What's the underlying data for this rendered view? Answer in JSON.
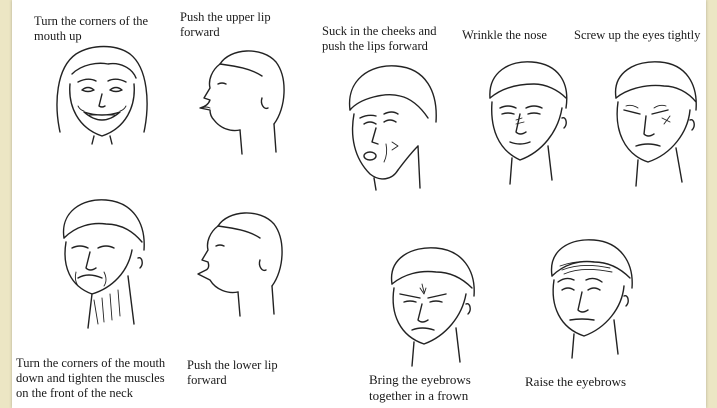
{
  "exercises": [
    {
      "id": "smile",
      "caption": "Turn the corners of the\nmouth up",
      "illustration": "smiling-face"
    },
    {
      "id": "upper-lip",
      "caption": "Push the upper lip\nforward",
      "illustration": "profile-upper-lip"
    },
    {
      "id": "cheeks",
      "caption": "Suck in the cheeks and\npush the lips forward",
      "illustration": "face-cheeks-sucked"
    },
    {
      "id": "nose",
      "caption": "Wrinkle the nose",
      "illustration": "face-wrinkled-nose"
    },
    {
      "id": "eyes",
      "caption": "Screw up the eyes tightly",
      "illustration": "face-eyes-screwed"
    },
    {
      "id": "neck",
      "caption": "Turn the corners of the mouth\ndown and tighten the muscles\non the front of the neck",
      "illustration": "face-neck-tightened"
    },
    {
      "id": "lower-lip",
      "caption": "Push the lower lip\nforward",
      "illustration": "profile-lower-lip"
    },
    {
      "id": "frown",
      "caption": "Bring the eyebrows\ntogether in a frown",
      "illustration": "face-frown"
    },
    {
      "id": "raise-brows",
      "caption": "Raise the eyebrows",
      "illustration": "face-raised-eyebrows"
    }
  ]
}
